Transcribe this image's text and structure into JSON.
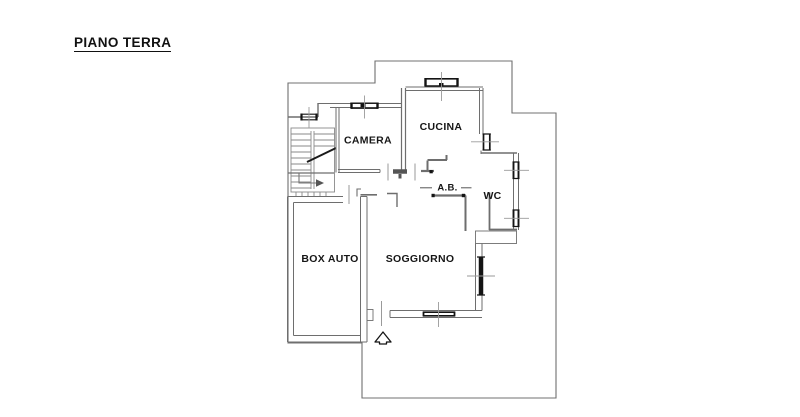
{
  "title": "PIANO TERRA",
  "rooms": {
    "camera": "CAMERA",
    "cucina": "CUCINA",
    "anti_bagno": "A.B.",
    "wc": "WC",
    "box_auto": "BOX AUTO",
    "soggiorno": "SOGGIORNO"
  },
  "colors": {
    "background": "#ffffff",
    "wall_line": "#6e6e6e",
    "detail_black": "#141414",
    "tick_gray": "#9a9a9a",
    "text": "#161616"
  },
  "icons": {
    "entrance_arrow": "entrance-direction-arrow",
    "staircase": "staircase-symbol",
    "windows": "window-symbol"
  }
}
